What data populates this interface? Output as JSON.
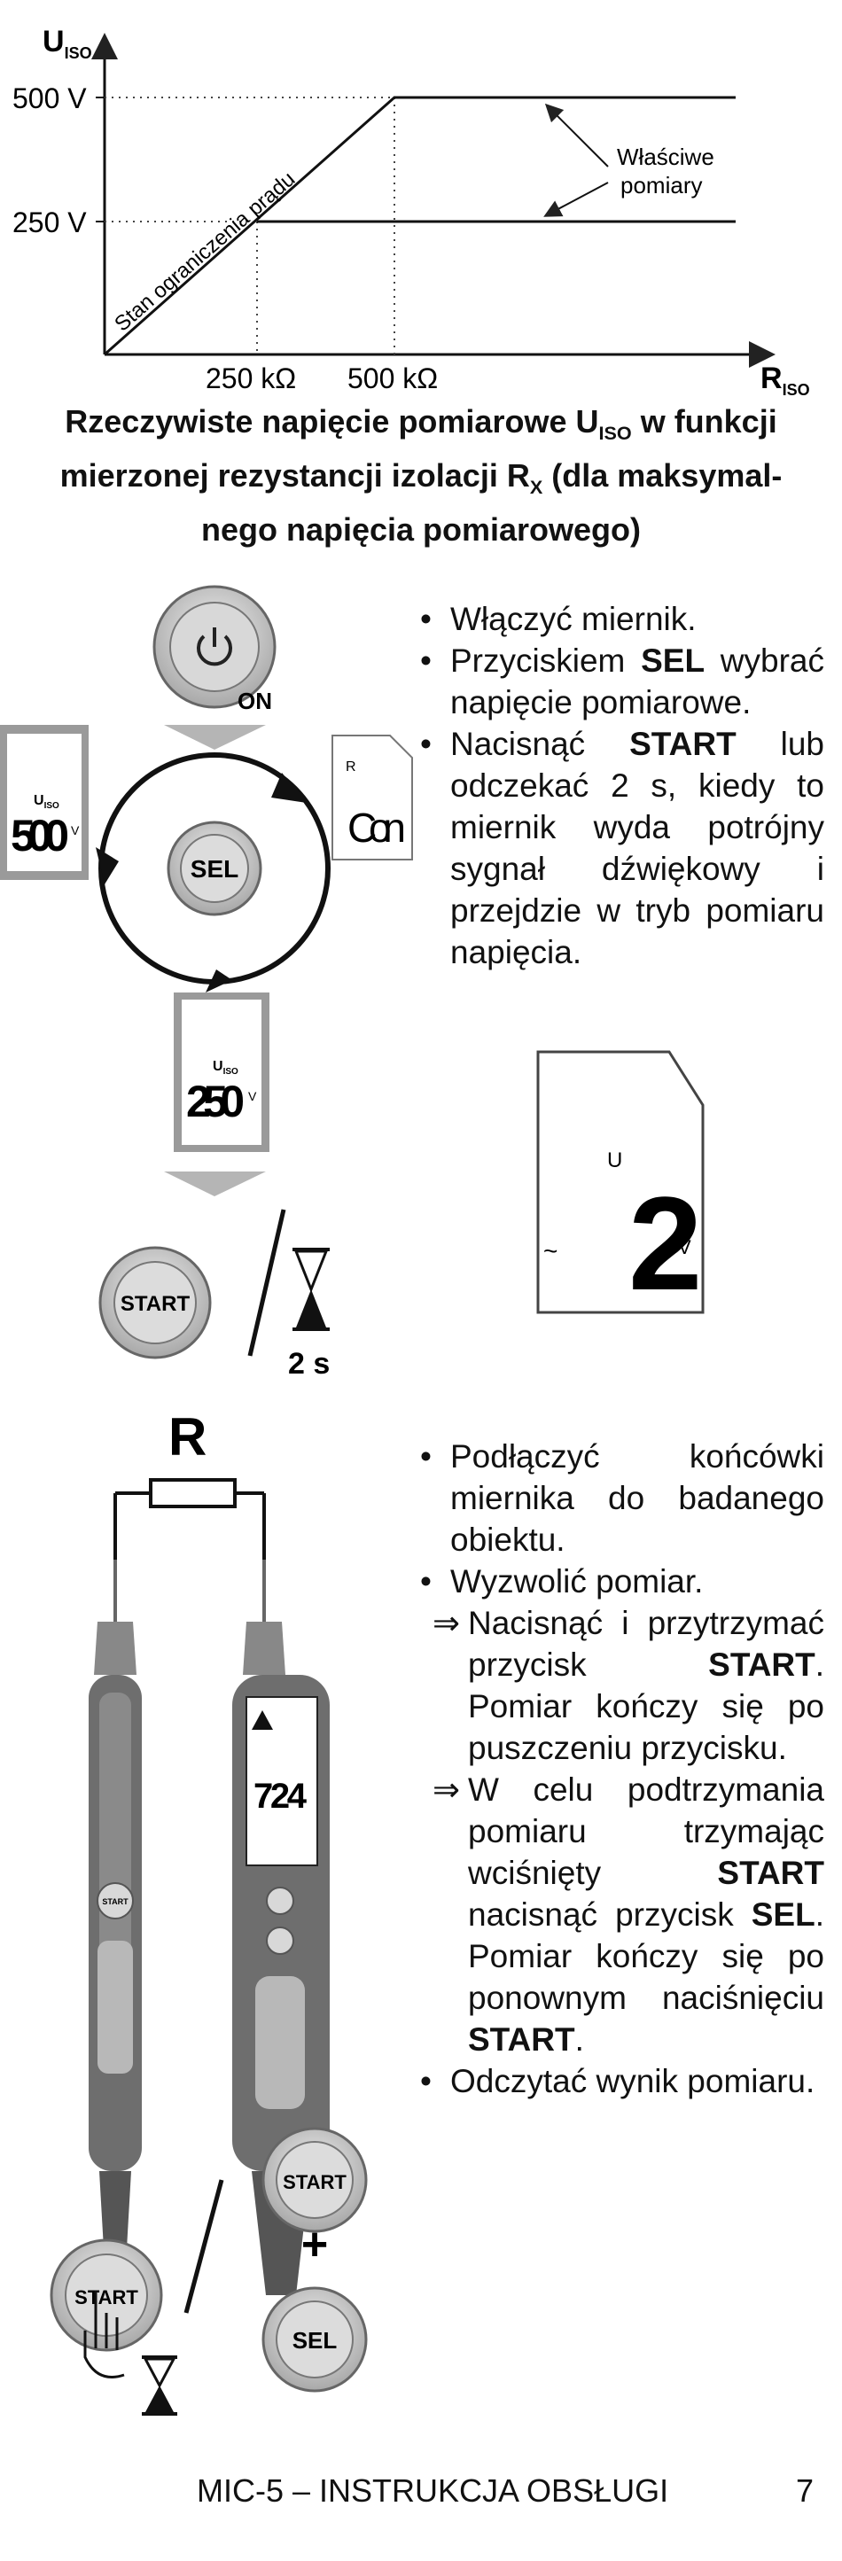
{
  "chart": {
    "y_axis_label": "U",
    "y_axis_sub": "ISO",
    "x_axis_label": "R",
    "x_axis_sub": "ISO",
    "y_ticks": [
      "500 V",
      "250 V"
    ],
    "x_ticks": [
      "250 kΩ",
      "500 kΩ"
    ],
    "ramp_label": "Stan ograniczenia prądu",
    "annotation": [
      "Właściwe",
      "pomiary"
    ]
  },
  "caption": {
    "line1_pre": "Rzeczywiste napięcie pomiarowe U",
    "line1_sub": "ISO",
    "line1_post": " w funkcji",
    "line2_pre": "mierzonej rezystancji izolacji R",
    "line2_sub": "X",
    "line2_post": " (dla maksymal-",
    "line3": "nego napięcia pomiarowego)"
  },
  "section1": {
    "bullet1": "Włączyć miernik.",
    "bullet2_pre": "Przyciskiem ",
    "bullet2_bold": "SEL",
    "bullet2_post": " wybrać napięcie pomiarowe.",
    "bullet3_pre": "Nacisnąć ",
    "bullet3_bold": "START",
    "bullet3_post": " lub odczekać 2 s, kiedy to miernik wyda potrójny sygnał dźwiękowy i przejdzie w tryb pomiaru napięcia."
  },
  "diagram1": {
    "on_label": "ON",
    "sel_label": "SEL",
    "start_label": "START",
    "wait_label": "2 s",
    "lcd_500": "500",
    "lcd_250": "250",
    "lcd_con": "Con",
    "lcd_u_label": "U",
    "lcd_u_sub": "ISO",
    "lcd_r_label": "R",
    "lcd_v": "V",
    "lcd_big_digit": "2",
    "lcd_big_u": "U",
    "lcd_big_v": "V",
    "lcd_tilde": "~"
  },
  "section2": {
    "bullet1": "Podłączyć końcówki miernika do badanego obiektu.",
    "bullet2": "Wyzwolić pomiar.",
    "sub1_pre": "Nacisnąć i przytrzymać przycisk ",
    "sub1_bold": "START",
    "sub1_post": ". Pomiar kończy się po puszczeniu przycisku.",
    "sub2_pre": "W celu podtrzymania pomiaru trzymając wciśnięty ",
    "sub2_bold1": "START",
    "sub2_mid": " nacisnąć przycisk ",
    "sub2_bold2": "SEL",
    "sub2_mid2": ". Pomiar kończy się po ponownym naciśnięciu ",
    "sub2_bold3": "START",
    "sub2_end": ".",
    "bullet3": "Odczytać wynik pomiaru."
  },
  "diagram2": {
    "resistor_label": "R",
    "lcd_value": "724",
    "start_label": "START",
    "sel_label": "SEL",
    "plus": "+"
  },
  "footer": {
    "title": "MIC-5 – INSTRUKCJA OBSŁUGI",
    "page": "7"
  }
}
